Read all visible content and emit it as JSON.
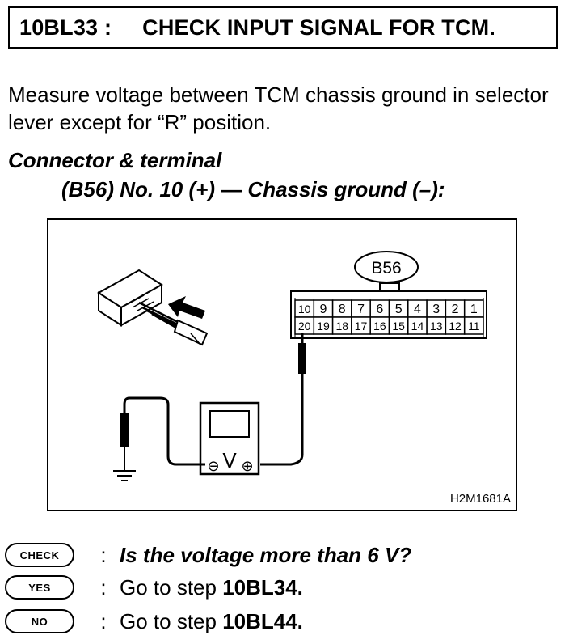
{
  "header": {
    "code": "10BL33 :",
    "title": "CHECK INPUT SIGNAL FOR TCM."
  },
  "instruction": "Measure voltage between TCM chassis ground in selector lever except for “R” position.",
  "connector": {
    "heading": "Connector & terminal",
    "spec": "(B56) No. 10 (+) — Chassis ground (–):"
  },
  "figure": {
    "connector_label": "B56",
    "pins_top": [
      "10",
      "9",
      "8",
      "7",
      "6",
      "5",
      "4",
      "3",
      "2",
      "1"
    ],
    "pins_bottom": [
      "20",
      "19",
      "18",
      "17",
      "16",
      "15",
      "14",
      "13",
      "12",
      "11"
    ],
    "meter_symbol": "V",
    "minus_symbol": "⊖",
    "plus_symbol": "⊕",
    "figure_id": "H2M1681A"
  },
  "questions": [
    {
      "badge": "CHECK",
      "colon": ":",
      "text": "Is the voltage more than 6 V?"
    },
    {
      "badge": "YES",
      "colon": ":",
      "prefix": "Go to step ",
      "step": "10BL34."
    },
    {
      "badge": "NO",
      "colon": ":",
      "prefix": "Go to step ",
      "step": "10BL44."
    }
  ]
}
